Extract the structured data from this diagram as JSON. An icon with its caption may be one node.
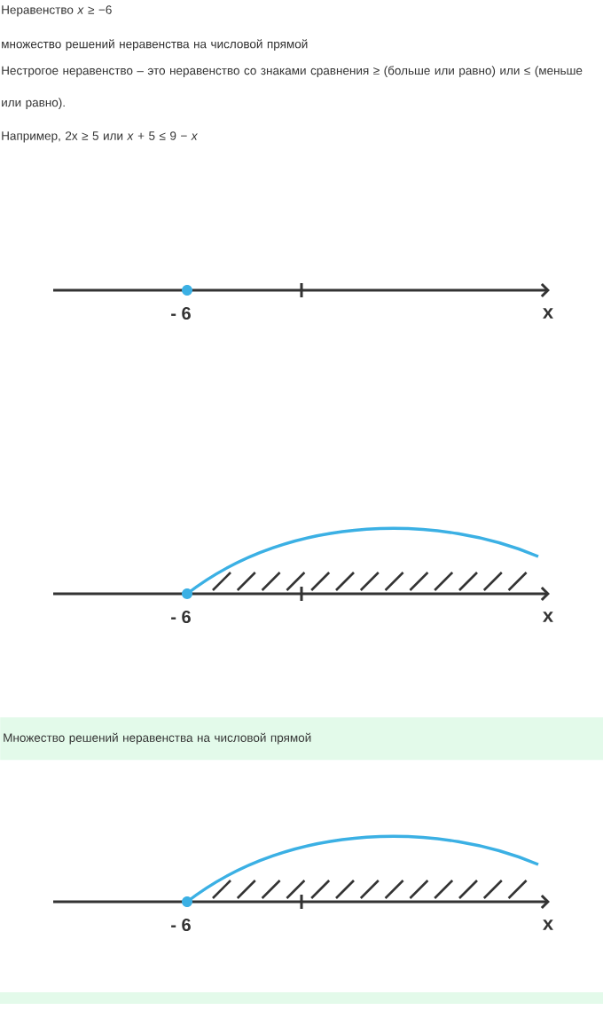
{
  "diagram": {
    "nodes": [
      {
        "text": [
          "Множество решений неравенства на числовой прямой"
        ]
      }
    ],
    "labels": [
      "Неравенство *x* ≥ −6",
      "множество решений неравенства на числовой прямой",
      "Нестрогое неравенство – это неравенство со знаками сравнения ≥ (больше или равно) или ≤ (меньше или равно).",
      "Например, 2x ≥ 5 или *x* + 5 ≤ 9 − *x*",
      "- 6",
      "x",
      "- 6",
      "x",
      "- 6",
      "x"
    ]
  }
}
